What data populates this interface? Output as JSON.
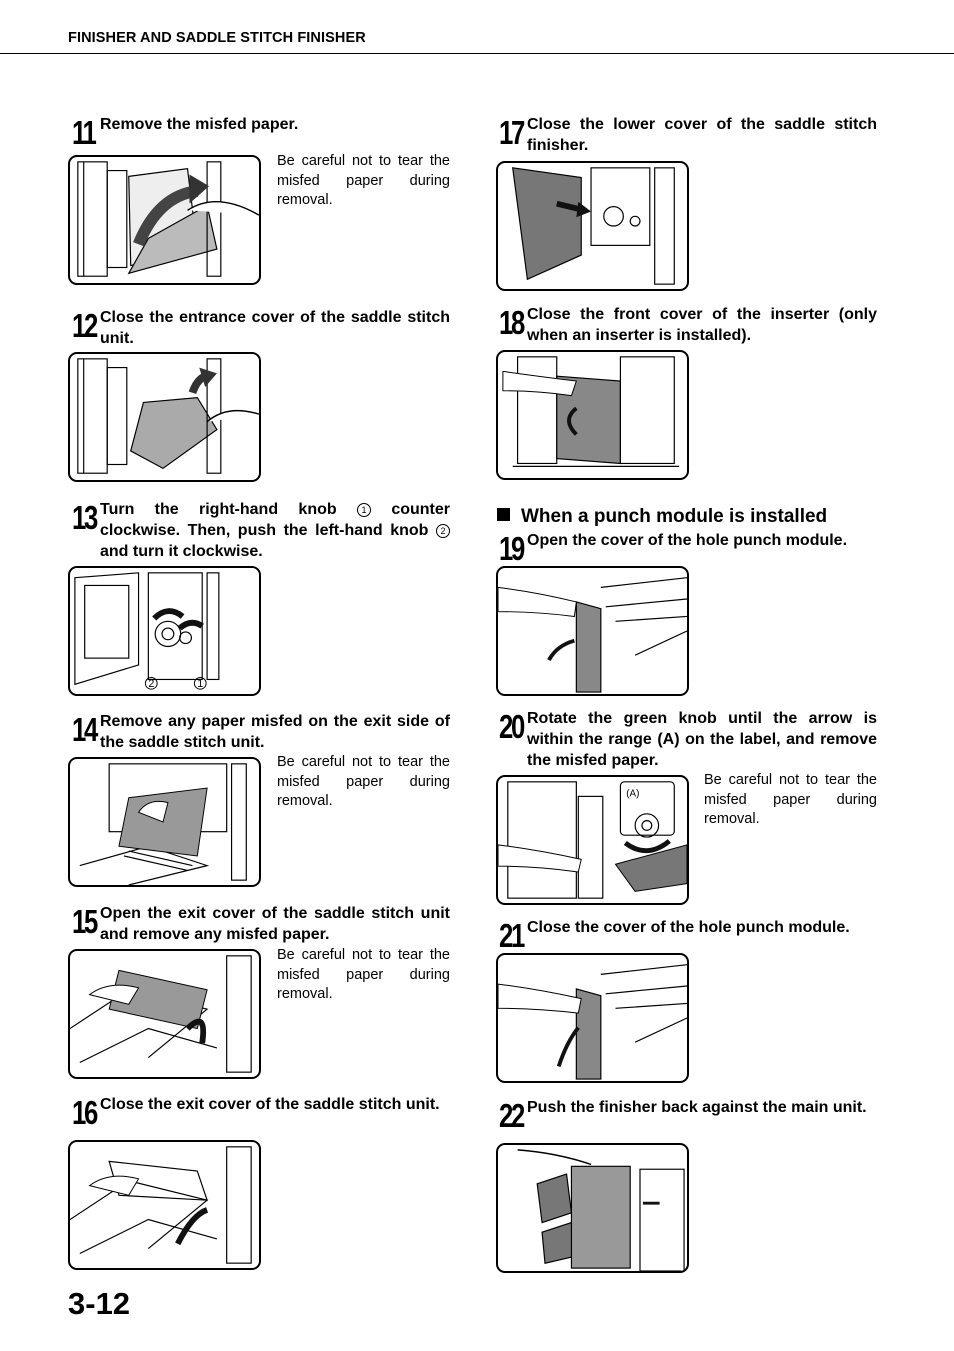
{
  "header": {
    "title": "FINISHER AND SADDLE STITCH FINISHER"
  },
  "page_number": "3-12",
  "section": {
    "title": "When a punch module is installed"
  },
  "steps": [
    {
      "num": "11",
      "title": "Remove the misfed paper.",
      "note": "Be careful not to tear the misfed paper during removal."
    },
    {
      "num": "12",
      "title": "Close the entrance cover of the saddle stitch unit."
    },
    {
      "num": "13",
      "title_a": "Turn the right-hand knob",
      "knob1": "1",
      "title_b": "counter clockwise. Then, push the left-hand knob",
      "knob2": "2",
      "title_c": "and turn it clockwise.",
      "label1": "1",
      "label2": "2"
    },
    {
      "num": "14",
      "title": "Remove any paper misfed on the exit side of the saddle stitch unit.",
      "note": "Be careful not to tear the misfed paper during removal."
    },
    {
      "num": "15",
      "title": "Open the exit cover of the saddle stitch unit and remove any misfed paper.",
      "note": "Be careful not to tear the misfed paper during removal."
    },
    {
      "num": "16",
      "title": "Close the exit cover of the saddle stitch unit."
    },
    {
      "num": "17",
      "title": "Close the lower cover of the saddle stitch finisher."
    },
    {
      "num": "18",
      "title": "Close the front cover of the inserter (only when an inserter is installed)."
    },
    {
      "num": "19",
      "title": "Open the cover of the hole punch module."
    },
    {
      "num": "20",
      "title": "Rotate the green knob until the arrow is within the range (A) on the label, and remove the misfed paper.",
      "note": "Be careful not to tear the misfed paper during removal.",
      "label_a": "(A)"
    },
    {
      "num": "21",
      "title": "Close the cover of the hole punch module."
    },
    {
      "num": "22",
      "title": "Push the finisher back against the main unit."
    }
  ]
}
